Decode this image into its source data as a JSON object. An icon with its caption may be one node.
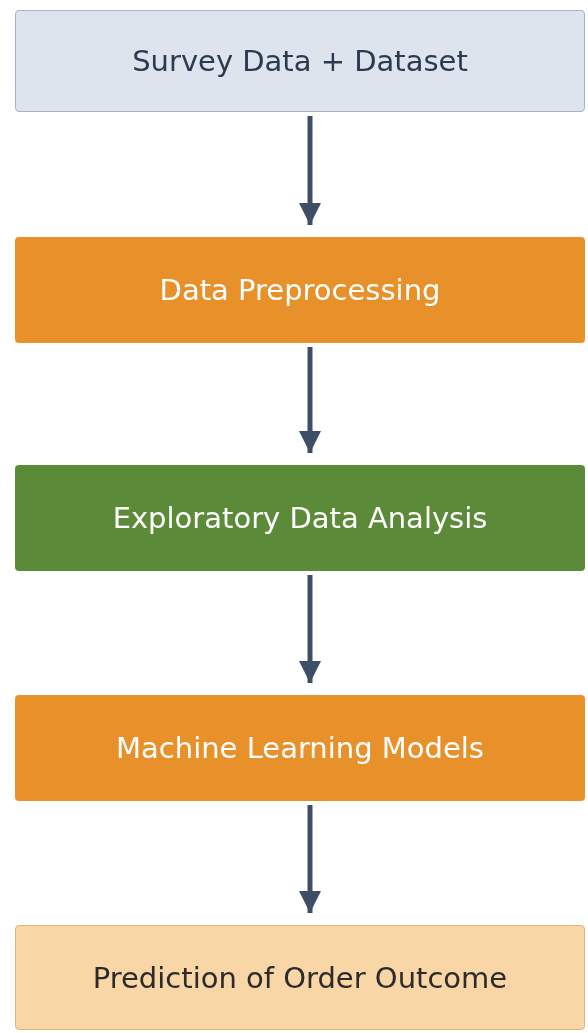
{
  "diagram": {
    "nodes": [
      {
        "text": [
          "Survey Data + Dataset"
        ]
      },
      {
        "text": [
          "Data Preprocessing"
        ]
      },
      {
        "text": [
          "Exploratory Data Analysis"
        ]
      },
      {
        "text": [
          "Machine Learning Models"
        ]
      },
      {
        "text": [
          "Prediction of Order Outcome"
        ]
      }
    ],
    "edges": [
      {
        "from": 0,
        "to": 1,
        "arrow": "to"
      },
      {
        "from": 1,
        "to": 2,
        "arrow": "to"
      },
      {
        "from": 2,
        "to": 3,
        "arrow": "to"
      },
      {
        "from": 3,
        "to": 4,
        "arrow": "to"
      }
    ]
  }
}
